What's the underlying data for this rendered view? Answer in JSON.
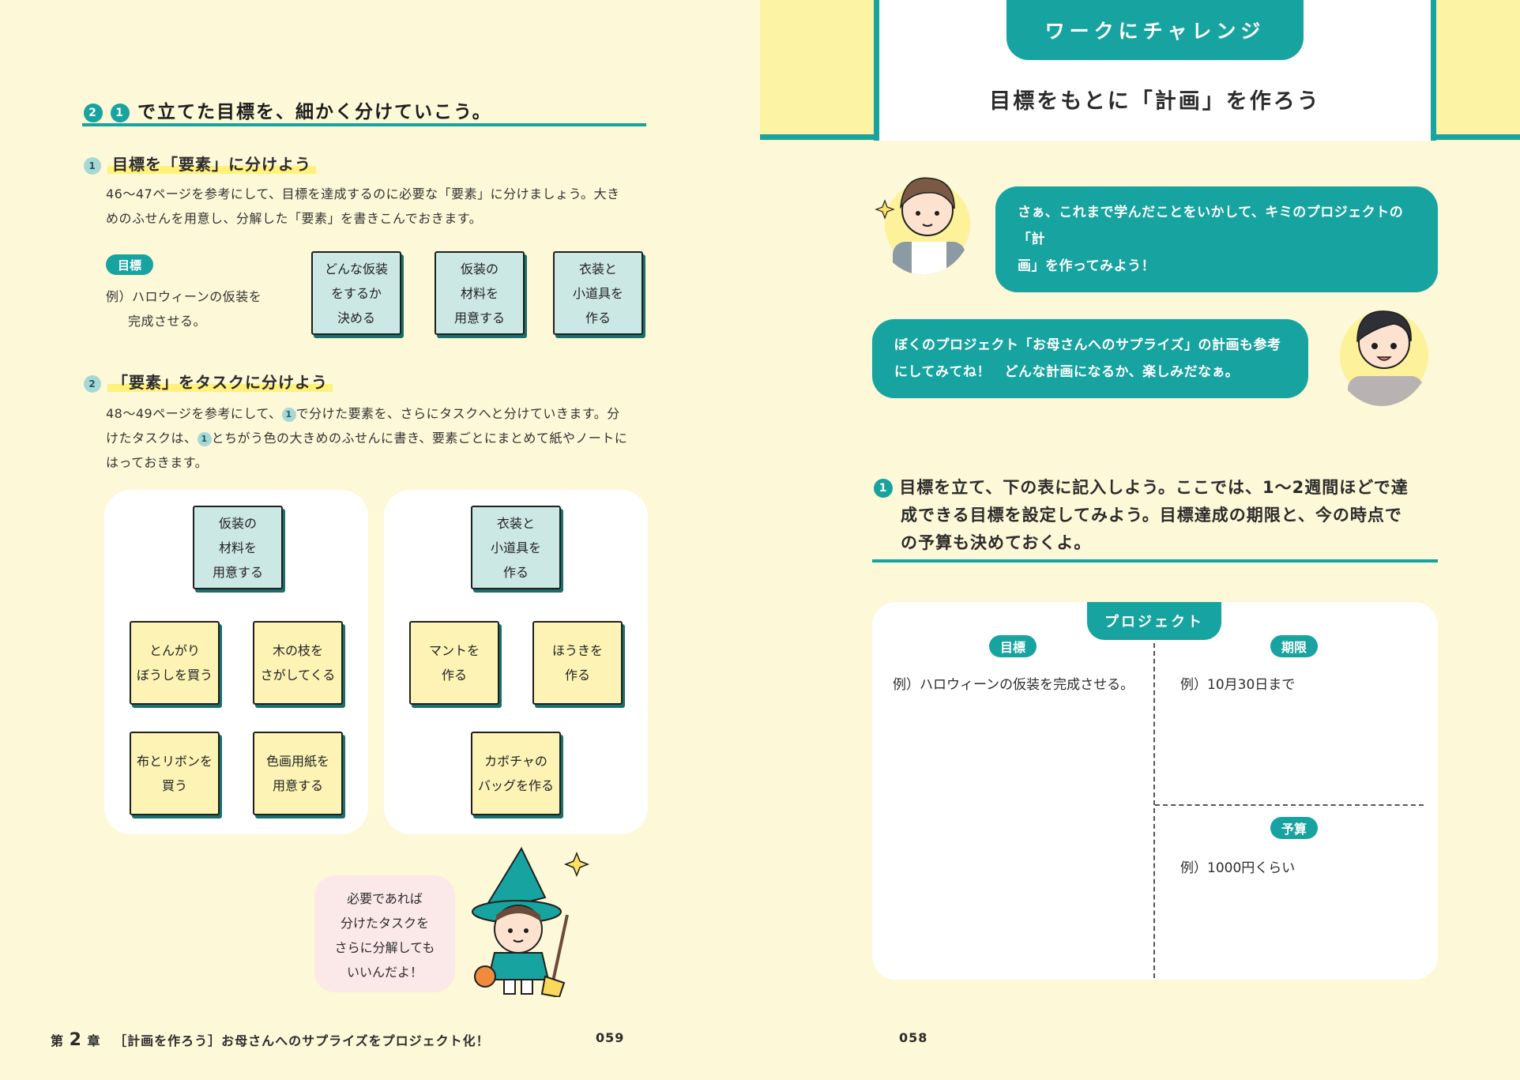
{
  "left_page": {
    "section_number": "2",
    "ref_number": "1",
    "heading": "で立てた目標を、細かく分けていこう。",
    "step1": {
      "number": "1",
      "title": "目標を「要素」に分けよう",
      "body_line1": "46〜47ページを参考にして、目標を達成するのに必要な「要素」に分けましょう。大き",
      "body_line2": "めのふせんを用意し、分解した「要素」を書きこんでおきます。",
      "goal_badge": "目標",
      "goal_example_line1": "例）ハロウィーンの仮装を",
      "goal_example_line2": "完成させる。",
      "elements": [
        "どんな仮装\nをするか\n決める",
        "仮装の\n材料を\n用意する",
        "衣装と\n小道具を\n作る"
      ]
    },
    "step2": {
      "number": "2",
      "title": "「要素」をタスクに分けよう",
      "body_line1_a": "48〜49ページを参考にして、",
      "body_ref1": "1",
      "body_line1_b": "で分けた要素を、さらにタスクへと分けていきます。分",
      "body_line2_a": "けたタスクは、",
      "body_ref2": "1",
      "body_line2_b": "とちがう色の大きめのふせんに書き、要素ごとにまとめて紙やノートに",
      "body_line3": "はっておきます。"
    },
    "group1": {
      "element": "仮装の\n材料を\n用意する",
      "tasks": [
        "とんがり\nぼうしを買う",
        "木の枝を\nさがしてくる",
        "布とリボンを\n買う",
        "色画用紙を\n用意する"
      ]
    },
    "group2": {
      "element": "衣装と\n小道具を\n作る",
      "tasks": [
        "マントを\n作る",
        "ほうきを\n作る",
        "カボチャの\nバッグを作る"
      ]
    },
    "bubble_line1": "必要であれば",
    "bubble_line2": "分けたタスクを",
    "bubble_line3": "さらに分解しても",
    "bubble_line4": "いいんだよ！",
    "footer_chapter_prefix": "第",
    "footer_chapter_num": "2",
    "footer_chapter_suffix": "章",
    "footer_title": "［計画を作ろう］お母さんへのサプライズをプロジェクト化！",
    "page_number": "059"
  },
  "right_page": {
    "banner": "ワークにチャレンジ",
    "title": "目標をもとに「計画」を作ろう",
    "speech1_line1": "さぁ、これまで学んだことをいかして、キミのプロジェクトの「計",
    "speech1_line2": "画」を作ってみよう！",
    "speech2_line1": "ぼくのプロジェクト「お母さんへのサプライズ」の計画も参考",
    "speech2_line2": "にしてみてね！　どんな計画になるか、楽しみだなぁ。",
    "task_number": "1",
    "task_line1": "目標を立て、下の表に記入しよう。ここでは、1〜2週間ほどで達",
    "task_line2": "成できる目標を設定してみよう。目標達成の期限と、今の時点で",
    "task_line3": "の予算も決めておくよ。",
    "project_label": "プロジェクト",
    "goal_label": "目標",
    "goal_example": "例）ハロウィーンの仮装を完成させる。",
    "deadline_label": "期限",
    "deadline_example": "例）10月30日まで",
    "budget_label": "予算",
    "budget_example": "例）1000円くらい",
    "page_number": "058"
  },
  "colors": {
    "background": "#fdf8d7",
    "teal": "#17a3a0",
    "light_teal_note": "#cce8e4",
    "yellow_note": "#fcf3b5",
    "banner_yellow": "#fdf3a4",
    "bubble_pink": "#fbe9ea"
  }
}
